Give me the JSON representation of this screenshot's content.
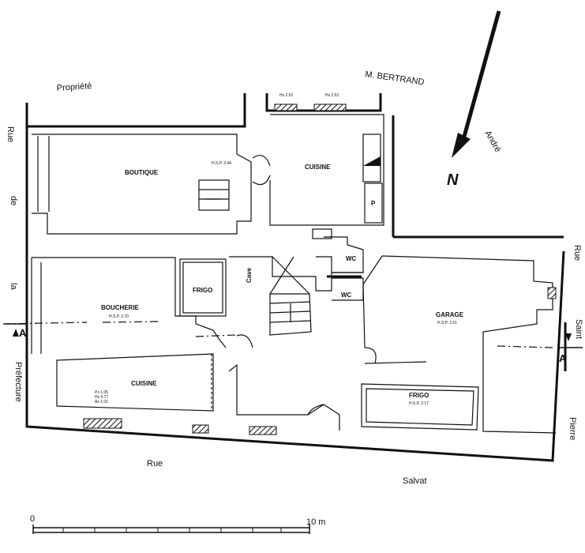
{
  "labels": {
    "propriete": "Propriété",
    "m_bertrand": "M. BERTRAND",
    "rue_col": [
      "Rue",
      "de",
      "la",
      "Préfecture"
    ],
    "rue_right": [
      "Rue",
      "Saint",
      "Pierre"
    ],
    "rue_bottom": "Rue",
    "salvat": "Salvat",
    "andre": "André",
    "north": "N",
    "section_left": "A",
    "section_right": "A"
  },
  "rooms": {
    "boutique": "BOUTIQUE",
    "cuisine_top": "CUISINE",
    "wc1": "WC",
    "wc2": "WC",
    "frigo_left": "FRIGO",
    "boucherie": "BOUCHERIE",
    "cuisine_bottom": "CUISINE",
    "garage": "GARAGE",
    "frigo_right": "FRIGO",
    "cave": "Cave",
    "p": "P"
  },
  "heights": {
    "boutique": "H.S.P. 2.44",
    "boucherie": "H.S.P. 2.70",
    "garage": "H.S.P. 2.51",
    "frigo_right": "H.S.P. 2.17",
    "top_win_1": "Hs 2.52",
    "top_win_2": "Hs 2.52",
    "cuisine_b_1": "Ps 1.05",
    "cuisine_b_2": "Hs 0.77",
    "cuisine_b_3": "As 1.01"
  },
  "scale": {
    "start": "0",
    "end": "10 m"
  }
}
